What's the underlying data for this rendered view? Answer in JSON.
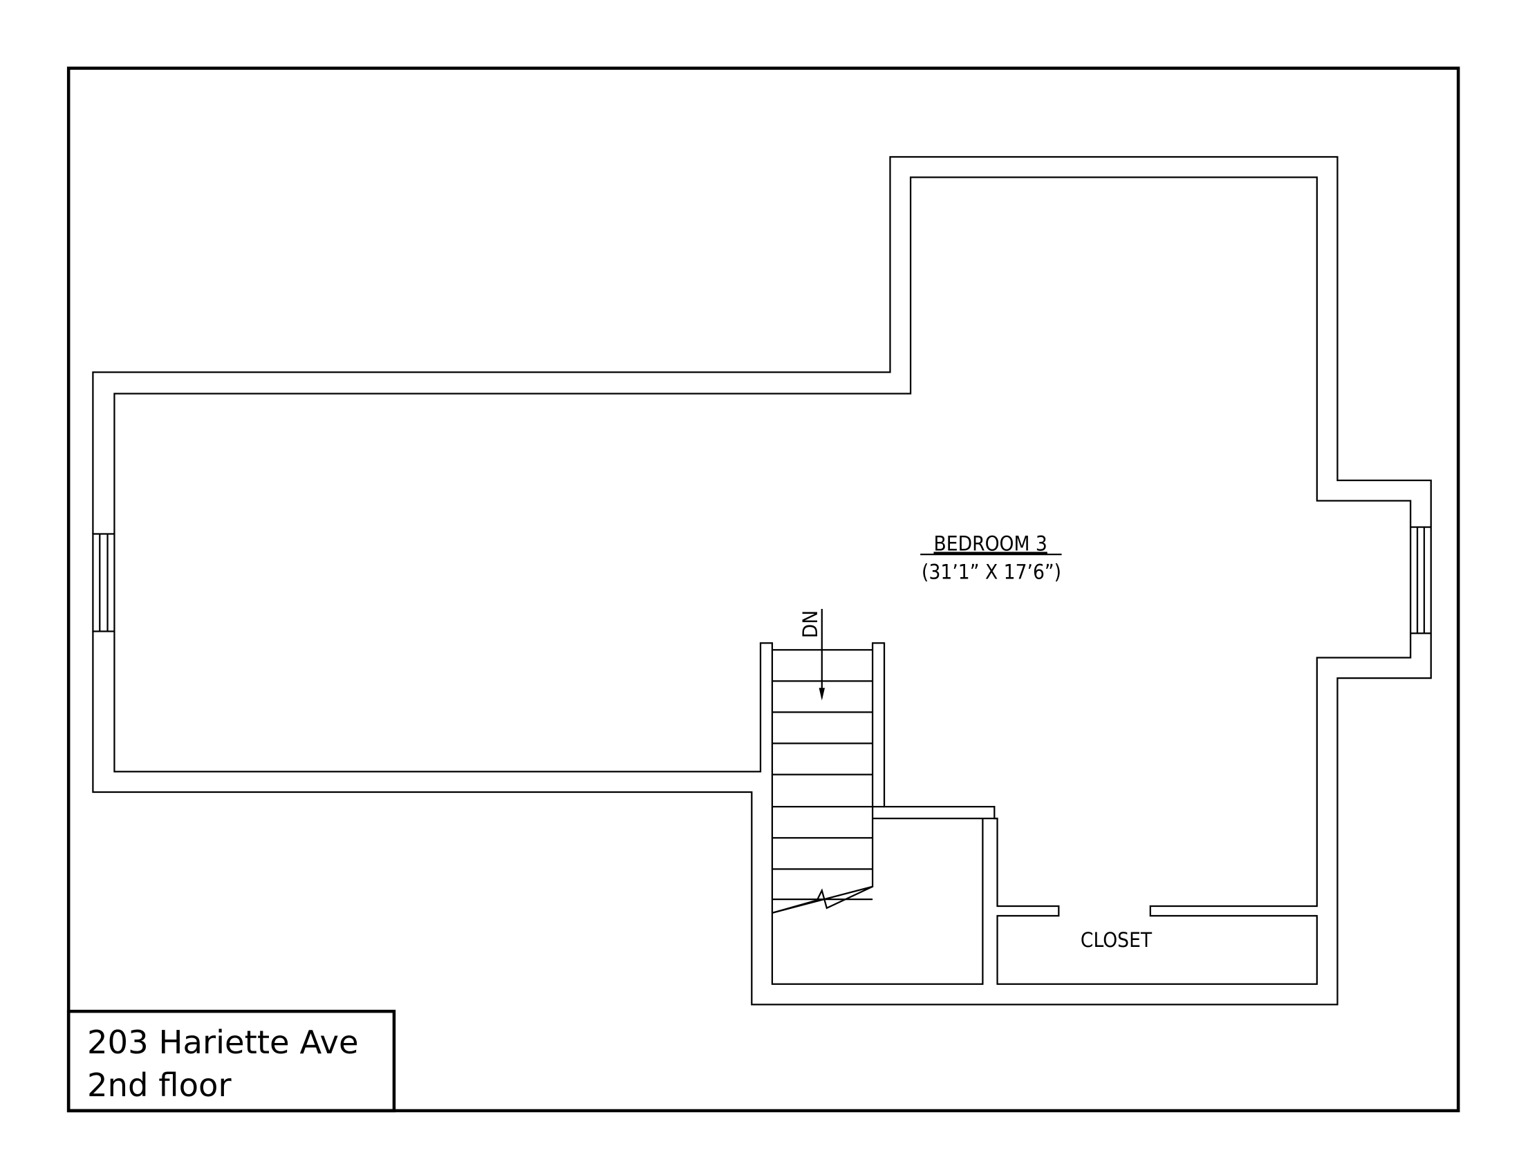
{
  "title_block": {
    "address": "203 Hariette Ave",
    "floor": "2nd floor"
  },
  "rooms": [
    {
      "name": "BEDROOM 3",
      "dimensions": "(31’1” X 17’6”)"
    },
    {
      "name": "CLOSET"
    }
  ],
  "stair": {
    "direction_label": "DN"
  },
  "colors": {
    "line": "#000000",
    "background": "#ffffff"
  }
}
